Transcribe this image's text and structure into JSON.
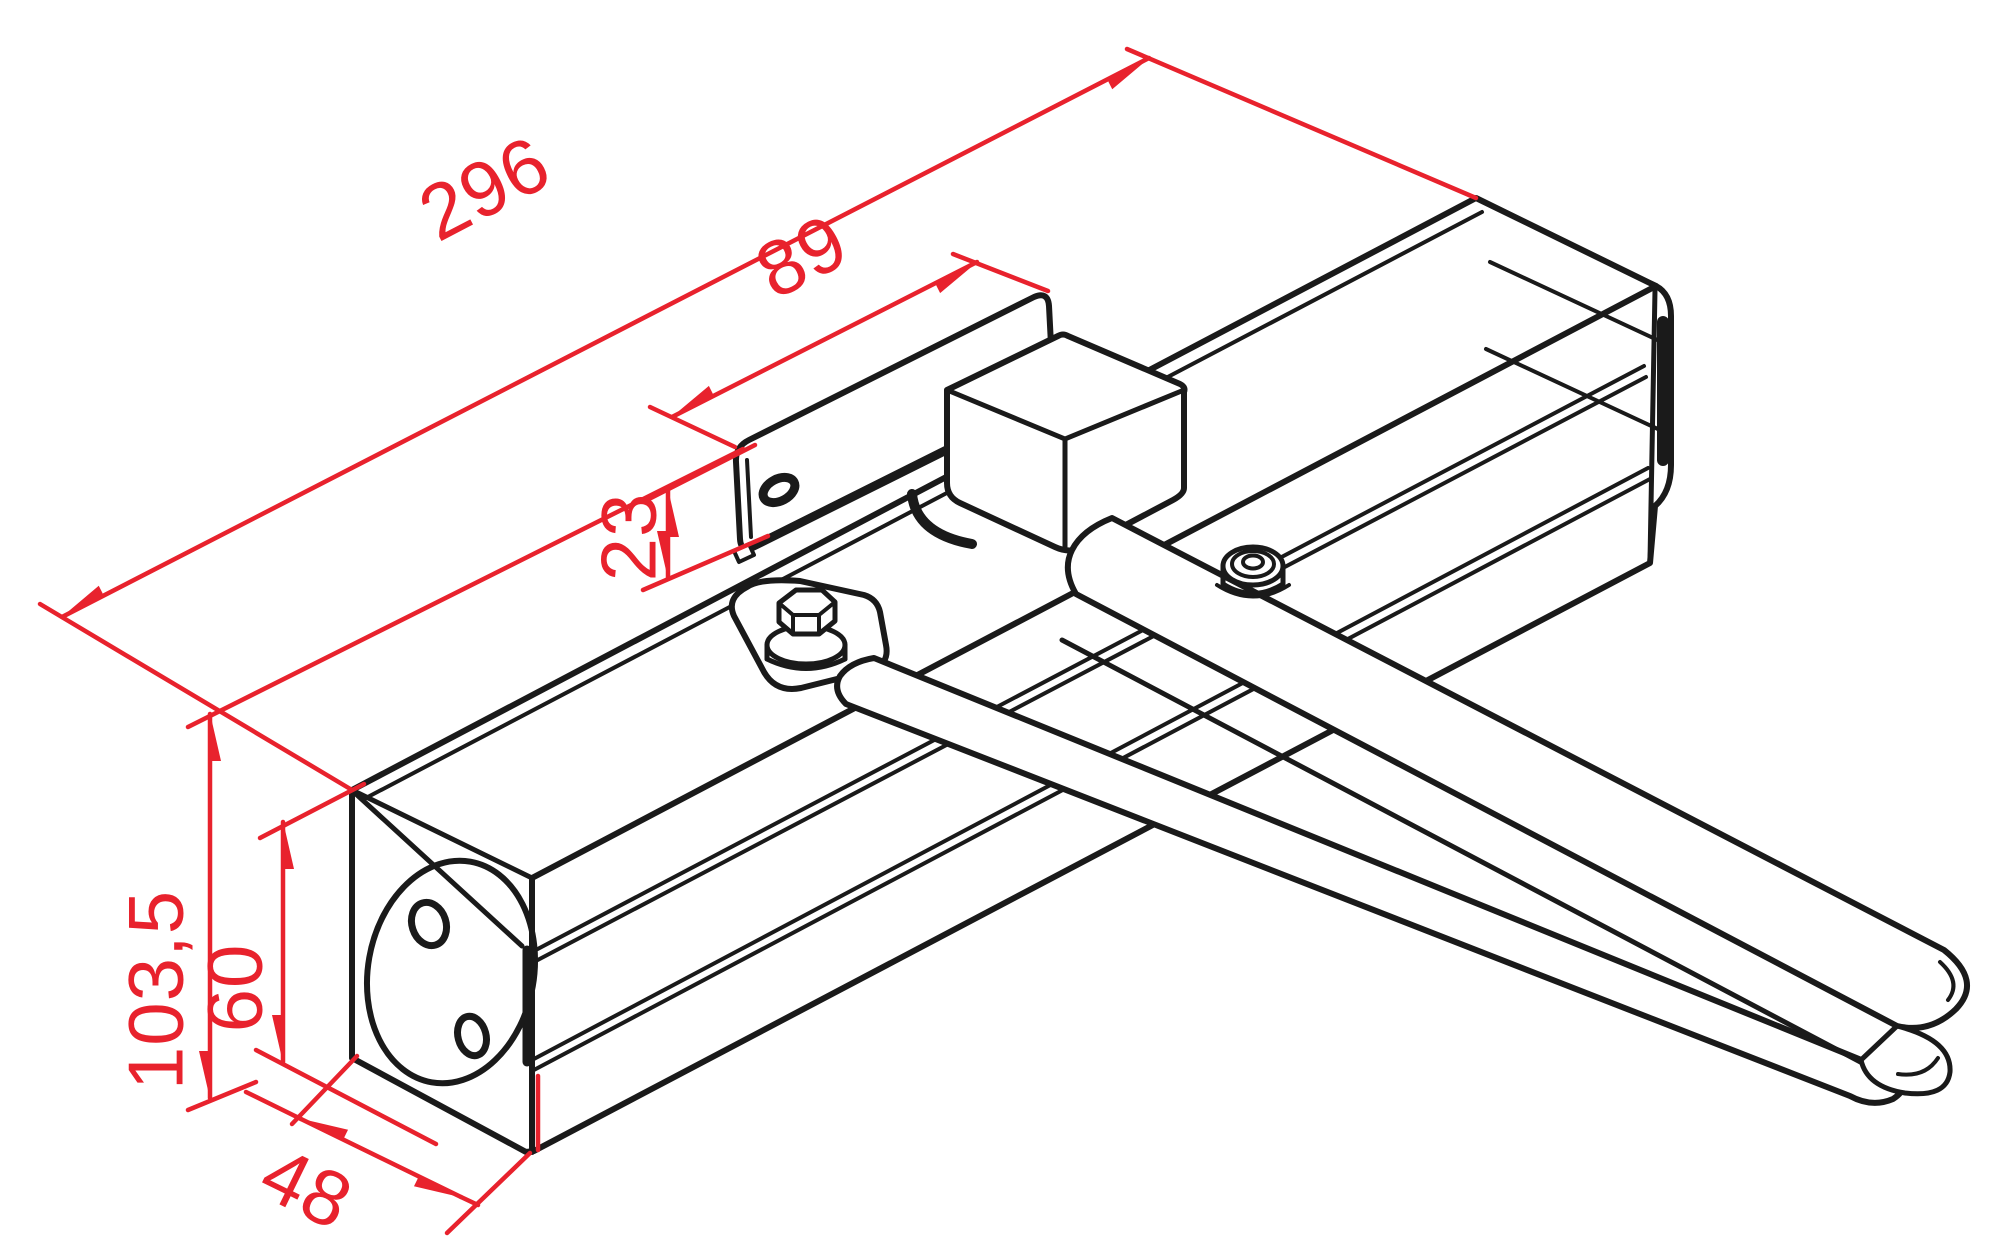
{
  "drawing": {
    "type": "isometric-technical-drawing",
    "subject": "overhead door closer body with mounting plate and slide arm",
    "unit": "mm",
    "background_color": "#ffffff",
    "line_color": "#1a1a1a",
    "dimension_color": "#e8222d"
  },
  "dimensions": {
    "overall_length": {
      "value": "296",
      "meaning": "overall length of closer body"
    },
    "plate_length": {
      "value": "89",
      "meaning": "mounting plate length"
    },
    "plate_height": {
      "value": "23",
      "meaning": "mounting plate height"
    },
    "overall_height": {
      "value": "103,5",
      "meaning": "overall height incl. plate"
    },
    "body_height": {
      "value": "60",
      "meaning": "closer body height"
    },
    "body_depth": {
      "value": "48",
      "meaning": "closer body depth"
    }
  }
}
